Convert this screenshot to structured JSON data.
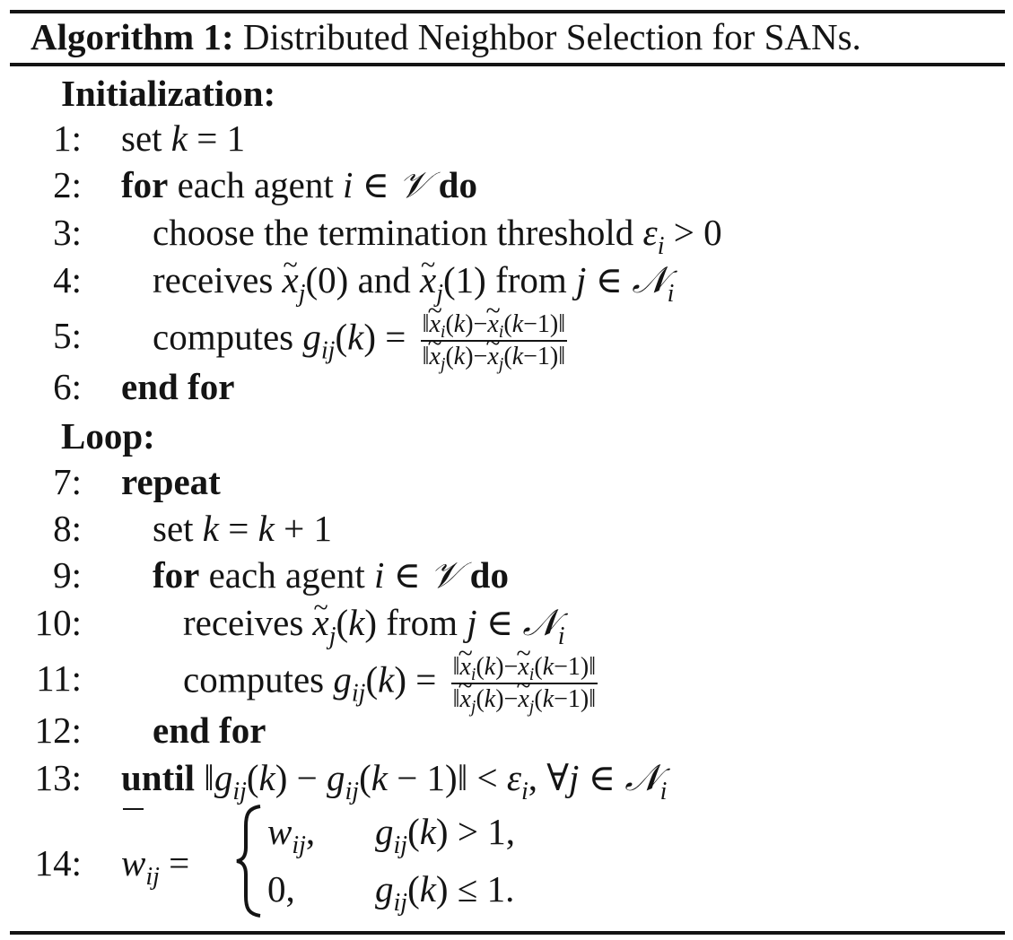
{
  "algorithm": {
    "label": "Algorithm 1:",
    "title": "Distributed Neighbor Selection for SANs.",
    "sections": {
      "init": "Initialization:",
      "loop": "Loop:"
    },
    "lines": [
      {
        "num": "1:",
        "text": "set k = 1"
      },
      {
        "num": "2:",
        "text": "for each agent i ∈ V do"
      },
      {
        "num": "3:",
        "text": "choose the termination threshold ε_i > 0"
      },
      {
        "num": "4:",
        "text": "receives x̃_j(0) and x̃_j(1) from j ∈ N_i"
      },
      {
        "num": "5:",
        "text": "computes g_ij(k) = ‖x̃_i(k)−x̃_i(k−1)‖ / ‖x̃_j(k)−x̃_j(k−1)‖"
      },
      {
        "num": "6:",
        "text": "end for"
      },
      {
        "num": "7:",
        "text": "repeat"
      },
      {
        "num": "8:",
        "text": "set k = k + 1"
      },
      {
        "num": "9:",
        "text": "for each agent i ∈ V do"
      },
      {
        "num": "10:",
        "text": "receives x̃_j(k) from j ∈ N_i"
      },
      {
        "num": "11:",
        "text": "computes g_ij(k) = ‖x̃_i(k)−x̃_i(k−1)‖ / ‖x̃_j(k)−x̃_j(k−1)‖"
      },
      {
        "num": "12:",
        "text": "end for"
      },
      {
        "num": "13:",
        "text": "until ‖g_ij(k) − g_ij(k − 1)‖ < ε_i, ∀j ∈ N_i"
      },
      {
        "num": "14:",
        "text": "w̄_ij = { w_ij, g_ij(k) > 1,  0, g_ij(k) ≤ 1."
      }
    ],
    "keywords": {
      "for": "for",
      "do": "do",
      "end_for": "end for",
      "repeat": "repeat",
      "until": "until"
    },
    "words": {
      "set": "set",
      "each_agent": "each agent",
      "choose": "choose the termination threshold",
      "receives": "receives",
      "and": "and",
      "from": "from",
      "computes": "computes"
    }
  }
}
